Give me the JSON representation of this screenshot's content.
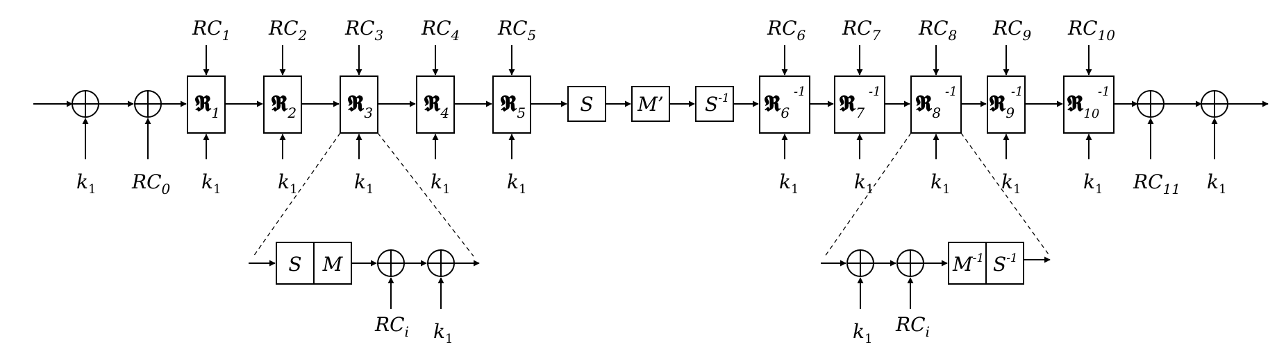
{
  "round_symbol": "𝕽",
  "key": "k",
  "key_sub": "1",
  "constants": {
    "rc0": "RC",
    "rc0_sub": "0",
    "rc11": "RC",
    "rc11_sub": "11",
    "rci": "RC",
    "rci_sub": "i"
  },
  "forward_rounds": [
    {
      "const": "RC",
      "const_sub": "1",
      "sub": "1"
    },
    {
      "const": "RC",
      "const_sub": "2",
      "sub": "2"
    },
    {
      "const": "RC",
      "const_sub": "3",
      "sub": "3"
    },
    {
      "const": "RC",
      "const_sub": "4",
      "sub": "4"
    },
    {
      "const": "RC",
      "const_sub": "5",
      "sub": "5"
    }
  ],
  "middle": {
    "s": "S",
    "m": "M’",
    "s_inv": "S",
    "s_inv_sup": "-1"
  },
  "inverse_rounds": [
    {
      "const": "RC",
      "const_sub": "6",
      "sub": "6",
      "sup": "-1"
    },
    {
      "const": "RC",
      "const_sub": "7",
      "sub": "7",
      "sup": "-1"
    },
    {
      "const": "RC",
      "const_sub": "8",
      "sub": "8",
      "sup": "-1"
    },
    {
      "const": "RC",
      "const_sub": "9",
      "sub": "9",
      "sup": "-1"
    },
    {
      "const": "RC",
      "const_sub": "10",
      "sub": "10",
      "sup": "-1"
    }
  ],
  "detail_forward": {
    "s": "S",
    "m": "M"
  },
  "detail_inverse": {
    "m": "M",
    "m_sup": "-1",
    "s": "S",
    "s_sup": "-1"
  }
}
